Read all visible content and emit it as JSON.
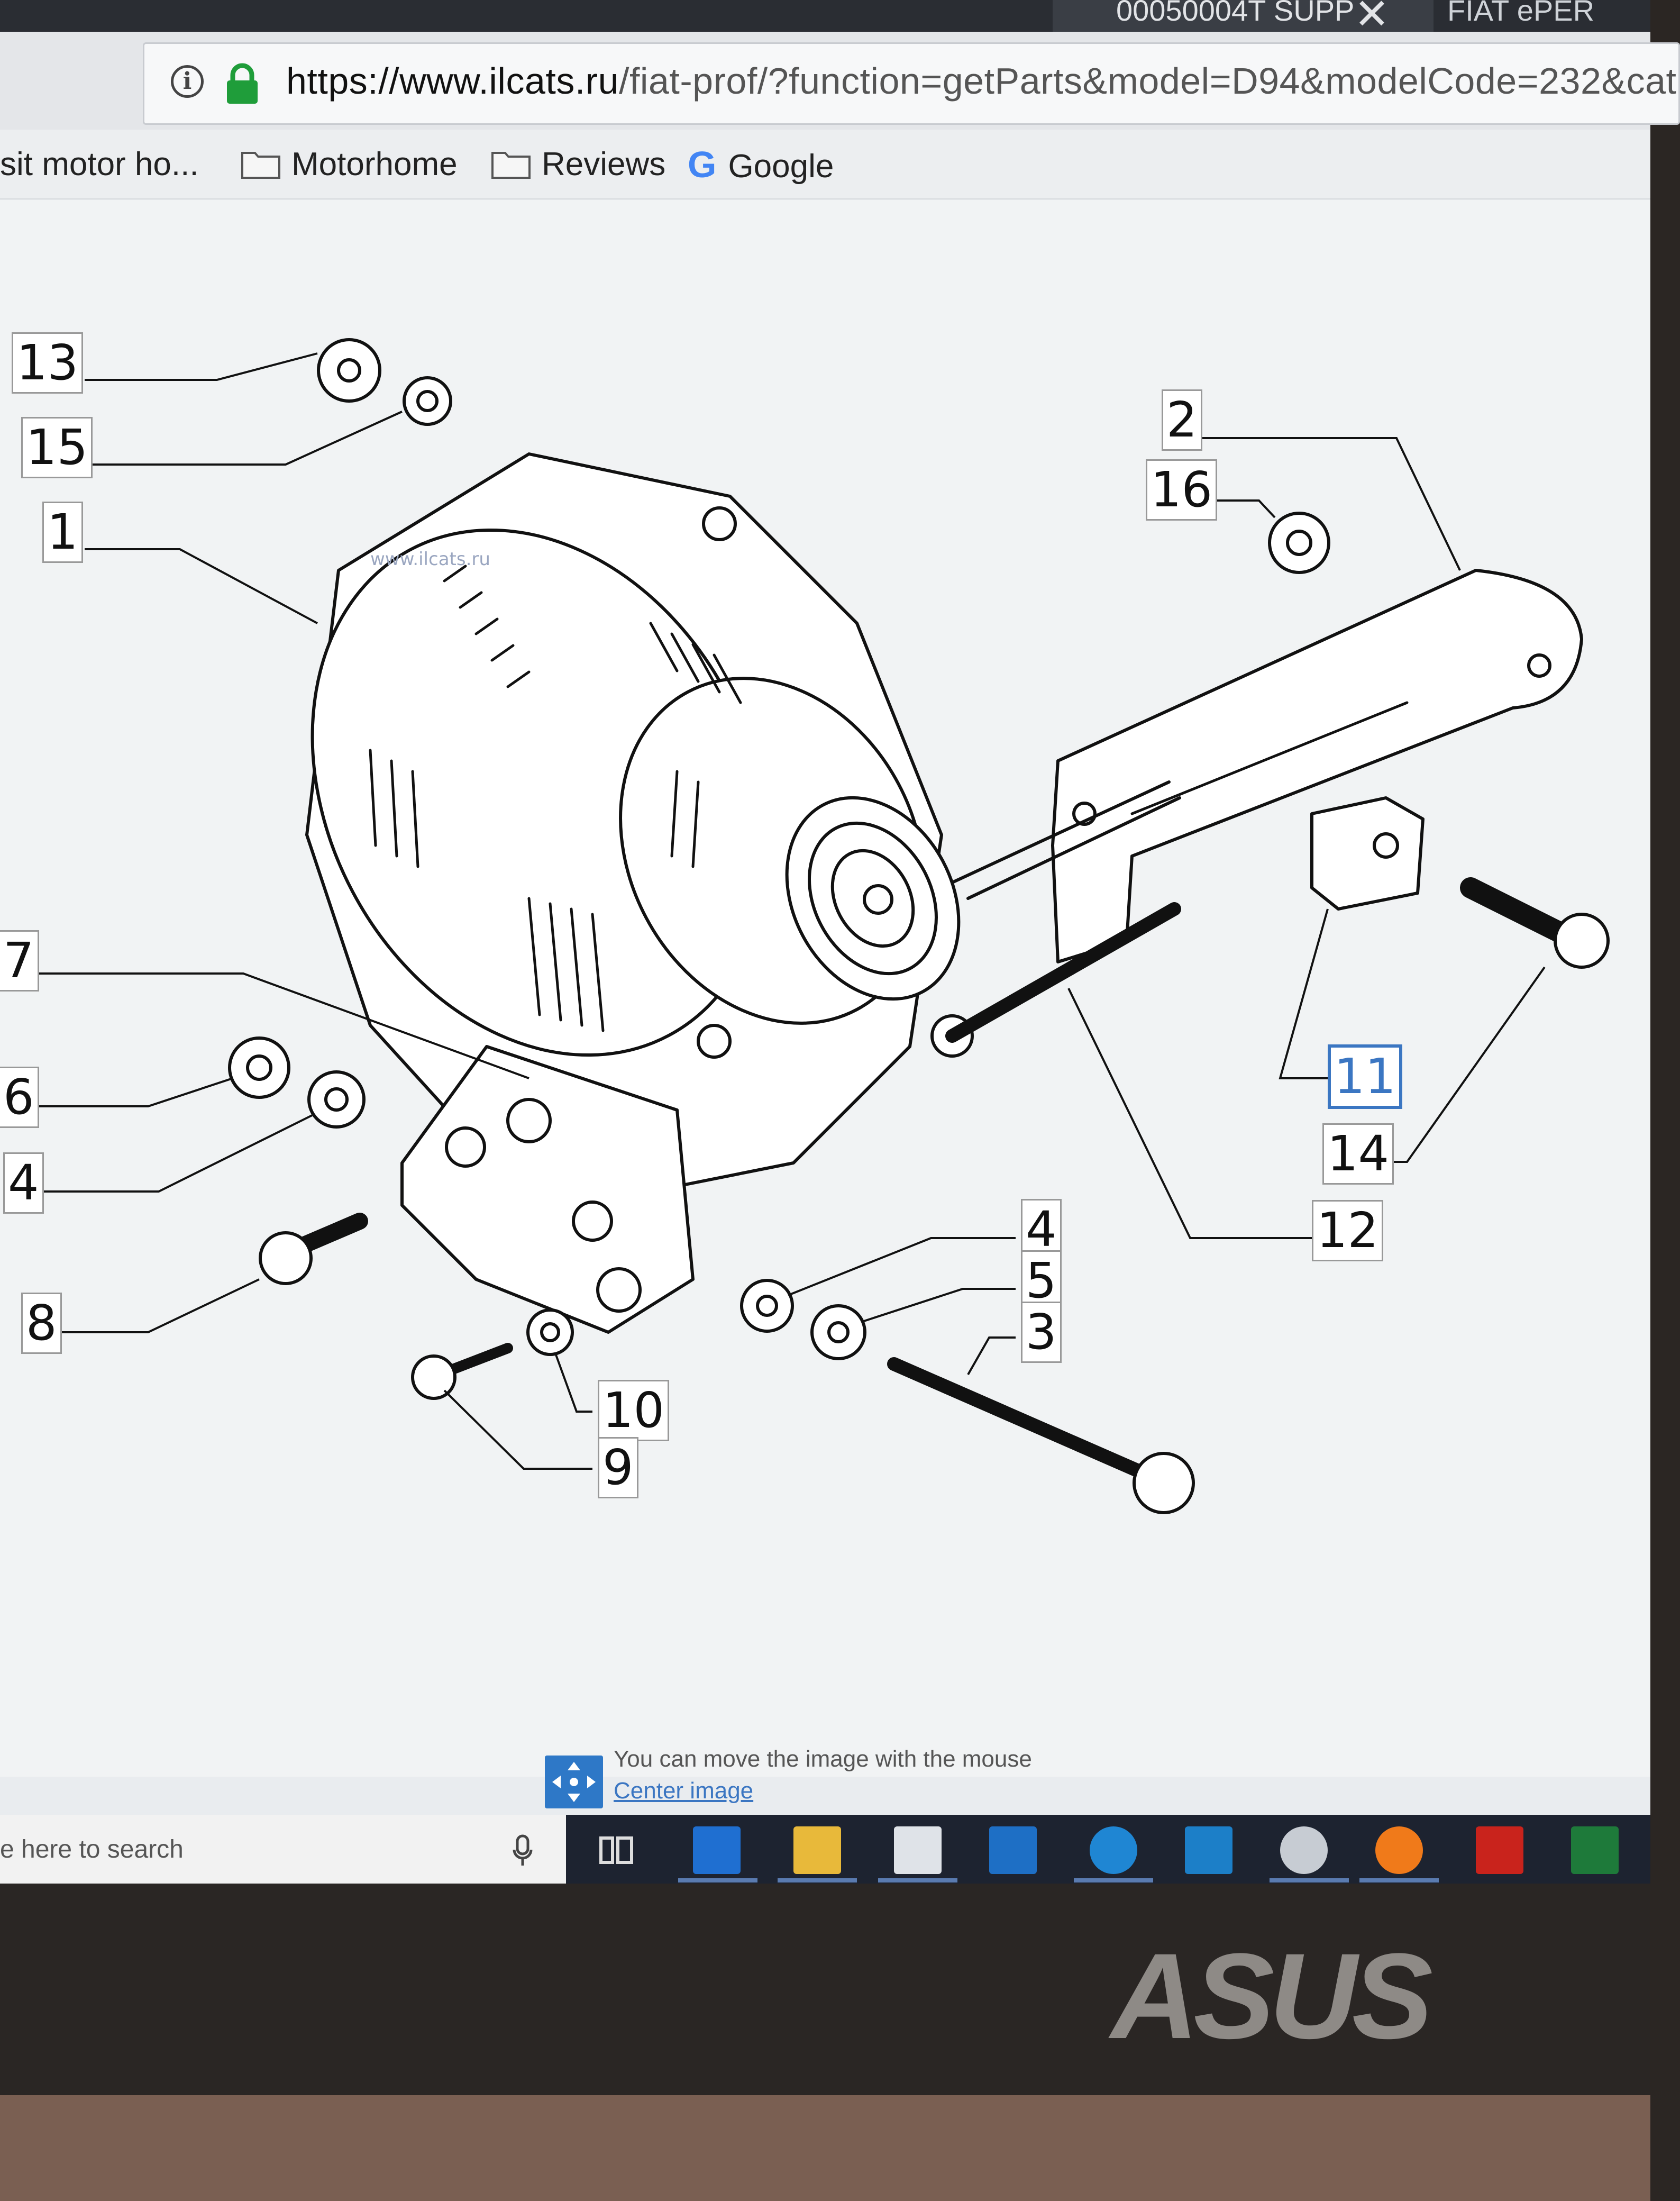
{
  "tabs": [
    {
      "label": "00050004T SUPP"
    },
    {
      "label": "FIAT ePER"
    }
  ],
  "tab_close_glyph": "✕",
  "address_bar": {
    "url_host": "https://www.ilcats.ru",
    "url_rest": "/fiat-prof/?function=getParts&model=D94&modelCode=232&cat",
    "info_icon": "info-icon",
    "lock_icon": "lock-icon"
  },
  "bookmarks": [
    {
      "label": "sit motor ho...",
      "icon": "none"
    },
    {
      "label": "Motorhome",
      "icon": "folder-icon"
    },
    {
      "label": "Reviews",
      "icon": "folder-icon"
    },
    {
      "label": "Google",
      "icon": "google-icon"
    }
  ],
  "diagram": {
    "callouts": [
      "13",
      "15",
      "1",
      "2",
      "16",
      "7",
      "6",
      "4",
      "8",
      "11",
      "14",
      "12",
      "4",
      "5",
      "3",
      "10",
      "9"
    ],
    "selected_callout": "11",
    "watermark": "www.ilcats.ru"
  },
  "hint": {
    "text": "You can move the image with the mouse",
    "link": "Center image"
  },
  "taskbar": {
    "search_placeholder": "e here to search",
    "apps": [
      "task-view-icon",
      "edge-icon",
      "file-explorer-icon",
      "mail-icon",
      "outlook-icon",
      "acer-icon",
      "photos-icon",
      "app-icon",
      "firefox-icon",
      "acrobat-icon",
      "excel-icon"
    ]
  },
  "brand": "ASUS",
  "colors": {
    "accent": "#3b76c2",
    "taskbar": "#1d2330",
    "selected_callout": "#3b76c2"
  }
}
